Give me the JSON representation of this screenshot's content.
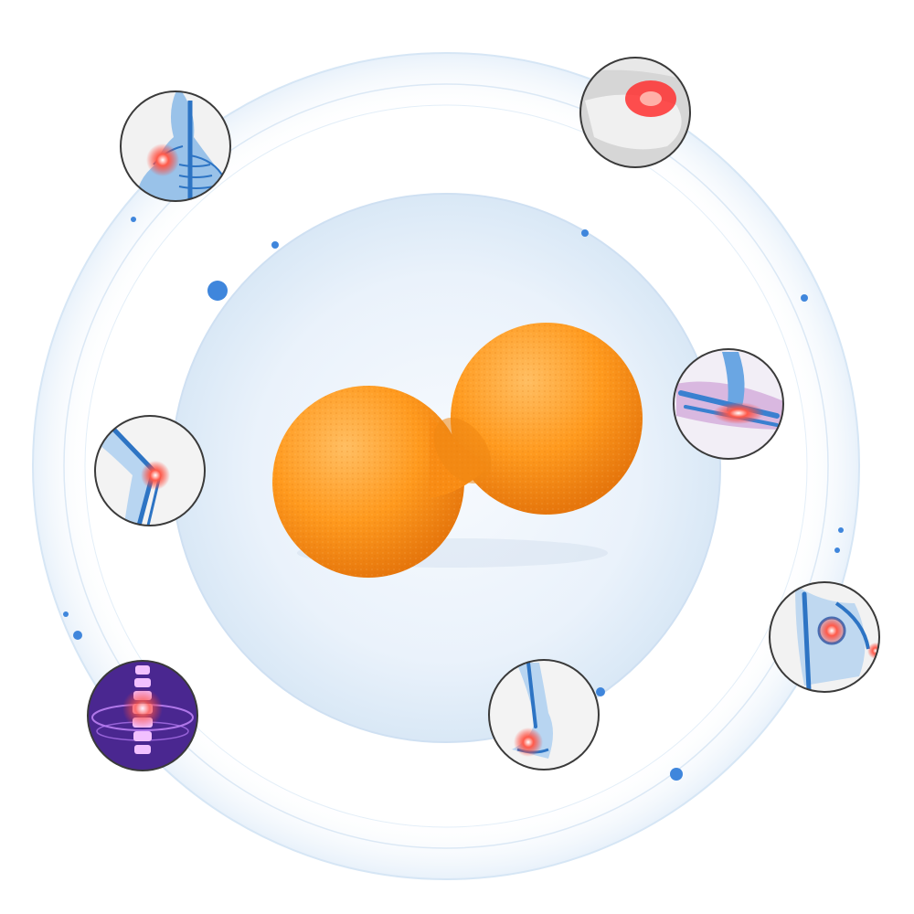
{
  "scene": {
    "subject": "peanut-massage-ball",
    "colors": {
      "background": "#ffffff",
      "ring_stroke": "#cfe2f4",
      "glow_center": "#f4f8fd",
      "glow_edge": "#dce9f6",
      "dot": "#3f86dc",
      "ball_light": "#ffb04a",
      "ball_base": "#ff9416",
      "ball_dark": "#e3750a",
      "bone_blue": "#3a8fd8",
      "pain_red": "#ff3b30",
      "circle_border": "#3a3a3a"
    },
    "pain_points": [
      {
        "area": "neck-shoulder",
        "icon": "skeleton-shoulder-icon"
      },
      {
        "area": "lower-back",
        "icon": "back-skin-icon"
      },
      {
        "area": "elbow-arm",
        "icon": "arm-elbow-icon"
      },
      {
        "area": "knee",
        "icon": "knee-joint-icon"
      },
      {
        "area": "hip",
        "icon": "hip-joint-icon"
      },
      {
        "area": "ankle-foot",
        "icon": "foot-ankle-icon"
      },
      {
        "area": "spine",
        "icon": "spine-icon"
      }
    ]
  }
}
